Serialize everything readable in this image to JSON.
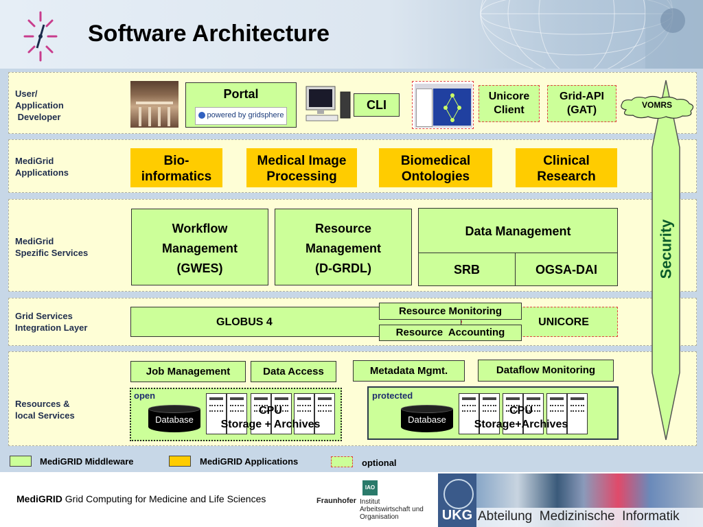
{
  "title": "Software Architecture",
  "layers": [
    {
      "label": "User/\nApplication\n Developer"
    },
    {
      "label": "MediGrid\nApplications"
    },
    {
      "label": "MediGrid\nSpezific Services"
    },
    {
      "label": "Grid Services\nIntegration Layer"
    },
    {
      "label": "Resources &\nlocal Services"
    }
  ],
  "user_layer": {
    "portal": "Portal",
    "gridsphere": "powered by gridsphere",
    "cli": "CLI",
    "unicore_client": "Unicore\nClient",
    "grid_api": "Grid-API\n(GAT)",
    "vomrs": "VOMRS"
  },
  "apps": [
    "Bio-\ninformatics",
    "Medical Image\nProcessing",
    "Biomedical\nOntologies",
    "Clinical\nResearch"
  ],
  "services": {
    "workflow": "Workflow\nManagement\n(GWES)",
    "resource": "Resource\nManagement\n(D-GRDL)",
    "data_mgmt": "Data Management",
    "srb": "SRB",
    "ogsa": "OGSA-DAI"
  },
  "integration": {
    "globus": "GLOBUS 4",
    "monitoring": "Resource Monitoring",
    "accounting": "Resource  Accounting",
    "unicore": "UNICORE"
  },
  "resources": {
    "job": "Job Management",
    "data_access": "Data Access",
    "metadata": "Metadata Mgmt.",
    "dataflow": "Dataflow Monitoring",
    "open": "open",
    "protected": "protected",
    "database": "Database",
    "cpu_open": "CPU\nStorage + Archives",
    "cpu_protected": "CPU\nStorage+Archives"
  },
  "security": "Security",
  "legend": {
    "middleware": "MediGRID Middleware",
    "applications": "MediGRID Applications",
    "optional": "optional"
  },
  "footer": {
    "brand": "MediGRID",
    "tagline": "Grid Computing for Medicine and Life Sciences",
    "fraunhofer": "Fraunhofer",
    "iao": "IAO",
    "institut": "Institut\nArbeitswirtschaft und\nOrganisation",
    "ukg": "UKG",
    "dept": "Abteilung  Medizinische  Informatik"
  },
  "colors": {
    "middleware": "#ccff99",
    "applications": "#ffcc00",
    "optional_border": "#e04040",
    "layer_bg": "#fefed6"
  }
}
